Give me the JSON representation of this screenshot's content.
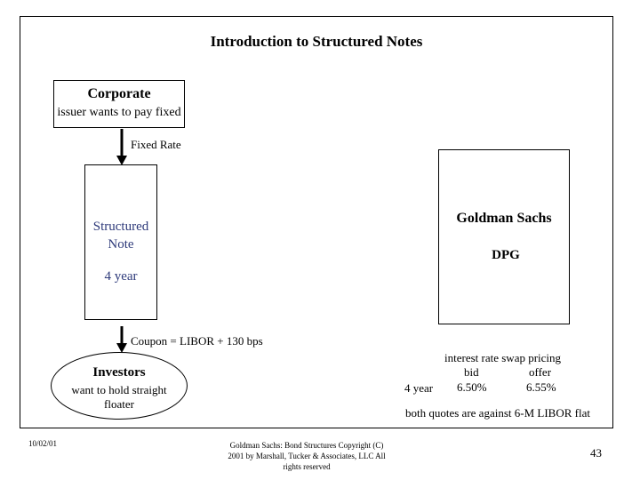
{
  "slide": {
    "title": "Introduction to Structured Notes",
    "corporate": {
      "title": "Corporate",
      "subtitle": "issuer wants to pay fixed"
    },
    "fixed_rate_label": "Fixed Rate",
    "structured_note": {
      "title_line1": "Structured",
      "title_line2": "Note",
      "term": "4 year"
    },
    "goldman": {
      "title": "Goldman Sachs",
      "subtitle": "DPG"
    },
    "coupon_label": "Coupon = LIBOR + 130 bps",
    "investors": {
      "title": "Investors",
      "subtitle_line1": "want to hold straight",
      "subtitle_line2": "floater"
    },
    "swap": {
      "heading": "interest rate swap pricing",
      "bid_label": "bid",
      "offer_label": "offer",
      "term": "4 year",
      "bid_value": "6.50%",
      "offer_value": "6.55%",
      "note": "both quotes are against 6-M LIBOR flat"
    },
    "footer": {
      "date": "10/02/01",
      "copyright_line1": "Goldman Sachs: Bond Structures   Copyright (C)",
      "copyright_line2": "2001 by Marshall, Tucker & Associates, LLC  All",
      "copyright_line3": "rights reserved",
      "page": "43"
    }
  }
}
